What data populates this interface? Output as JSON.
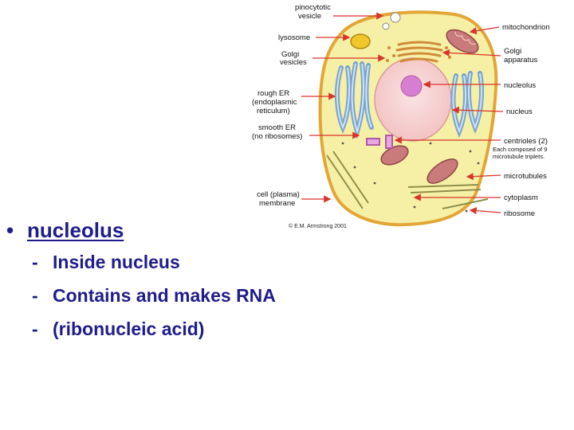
{
  "diagram": {
    "labels": {
      "pinocytotic_vesicle": [
        "pinocytotic",
        "vesicle"
      ],
      "lysosome": [
        "lysosome"
      ],
      "golgi_vesicles": [
        "Golgi",
        "vesicles"
      ],
      "rough_er": [
        "rough ER",
        "(endoplasmic",
        "reticulum)"
      ],
      "smooth_er": [
        "smooth ER",
        "(no ribosomes)"
      ],
      "cell_membrane": [
        "cell (plasma)",
        "membrane"
      ],
      "mitochondrion": [
        "mitochondrion"
      ],
      "golgi_apparatus": [
        "Golgi",
        "apparatus"
      ],
      "nucleolus": [
        "nucleolus"
      ],
      "nucleus": [
        "nucleus"
      ],
      "centrioles": [
        "centrioles (2)",
        "Each composed of 9",
        "microtubule triplets."
      ],
      "microtubules": [
        "microtubules"
      ],
      "cytoplasm": [
        "cytoplasm"
      ],
      "ribosome": [
        "ribosome"
      ]
    },
    "credit": "© E.M. Armstrong 2001",
    "colors": {
      "cytoplasm": "#f5f0a6",
      "membrane": "#e3a636",
      "nucleus": "#f9d6d6",
      "nucleolus": "#d67ed0",
      "er": "#a9c9e8",
      "arrow": "#d9332b",
      "mitochondrion": "#c97a7a"
    }
  },
  "bullet": {
    "symbol": "•",
    "heading": "nucleolus",
    "items": [
      {
        "dash": "-",
        "text": "Inside nucleus"
      },
      {
        "dash": "-",
        "text": "Contains and makes RNA"
      },
      {
        "dash": "-",
        "text": "(ribonucleic acid)"
      }
    ]
  }
}
